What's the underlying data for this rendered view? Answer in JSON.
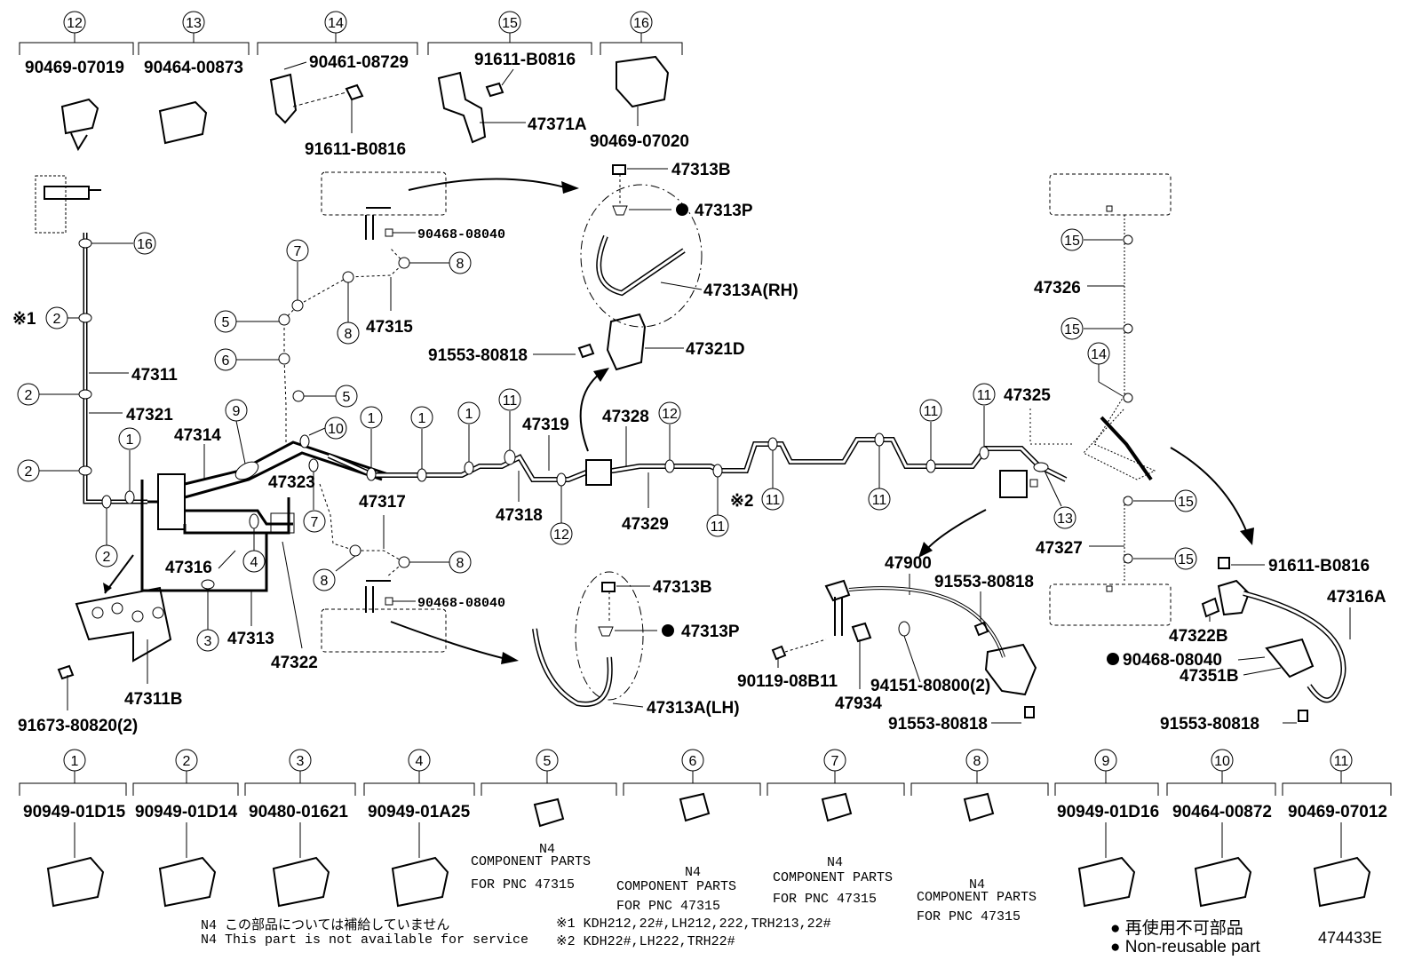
{
  "top_kits": [
    {
      "num": "12",
      "part": "90469-07019"
    },
    {
      "num": "13",
      "part": "90464-00873"
    },
    {
      "num": "14",
      "part": "90461-08729",
      "part2": "91611-B0816"
    },
    {
      "num": "15",
      "part": "91611-B0816",
      "part2": "47371A"
    },
    {
      "num": "16",
      "part": "90469-07020"
    }
  ],
  "bottom_kits": [
    {
      "num": "1",
      "part": "90949-01D15"
    },
    {
      "num": "2",
      "part": "90949-01D14"
    },
    {
      "num": "3",
      "part": "90480-01621"
    },
    {
      "num": "4",
      "part": "90949-01A25"
    },
    {
      "num": "5",
      "part": "N4",
      "note1": "COMPONENT PARTS",
      "note2": "FOR PNC 47315"
    },
    {
      "num": "6",
      "part": "N4",
      "note1": "COMPONENT PARTS",
      "note2": "FOR PNC 47315"
    },
    {
      "num": "7",
      "part": "N4",
      "note1": "COMPONENT PARTS",
      "note2": "FOR PNC 47315"
    },
    {
      "num": "8",
      "part": "N4",
      "note1": "COMPONENT PARTS",
      "note2": "FOR PNC 47315"
    },
    {
      "num": "9",
      "part": "90949-01D16"
    },
    {
      "num": "10",
      "part": "90464-00872"
    },
    {
      "num": "11",
      "part": "90469-07012"
    }
  ],
  "labels": {
    "p47311": "47311",
    "p47321": "47321",
    "p47314": "47314",
    "p47323": "47323",
    "p47316": "47316",
    "p47313": "47313",
    "p47322": "47322",
    "p47311B": "47311B",
    "p91673": "91673-80820(2)",
    "p47315": "47315",
    "p47317": "47317",
    "p90468a": "90468-08040",
    "p90468b": "90468-08040",
    "p47313B_rh": "47313B",
    "p47313P_rh": "47313P",
    "p47313A_rh": "47313A(RH)",
    "p47313B_lh": "47313B",
    "p47313P_lh": "47313P",
    "p47313A_lh": "47313A(LH)",
    "p91553a": "91553-80818",
    "p47321D": "47321D",
    "p47319": "47319",
    "p47318": "47318",
    "p47328": "47328",
    "p47329": "47329",
    "p47325": "47325",
    "p47326": "47326",
    "p47327": "47327",
    "p47900": "47900",
    "p91553b": "91553-80818",
    "p90119": "90119-08B11",
    "p94151": "94151-80800(2)",
    "p47934": "47934",
    "p91553c": "91553-80818",
    "p91611r": "91611-B0816",
    "p47316A": "47316A",
    "p47322B": "47322B",
    "p90468c": "90468-08040",
    "p47351B": "47351B",
    "p91553d": "91553-80818",
    "mark1": "※1",
    "mark2": "※2"
  },
  "notes": {
    "n4_jp": "N4 この部品については補給していません",
    "n4_en": "N4 This part is not available for service",
    "note1": "※1 KDH212,22#,LH212,222,TRH213,22#",
    "note2": "※2 KDH22#,LH222,TRH22#",
    "legend_jp": "● 再使用不可部品",
    "legend_en": "● Non-reusable part",
    "code": "474433E"
  }
}
